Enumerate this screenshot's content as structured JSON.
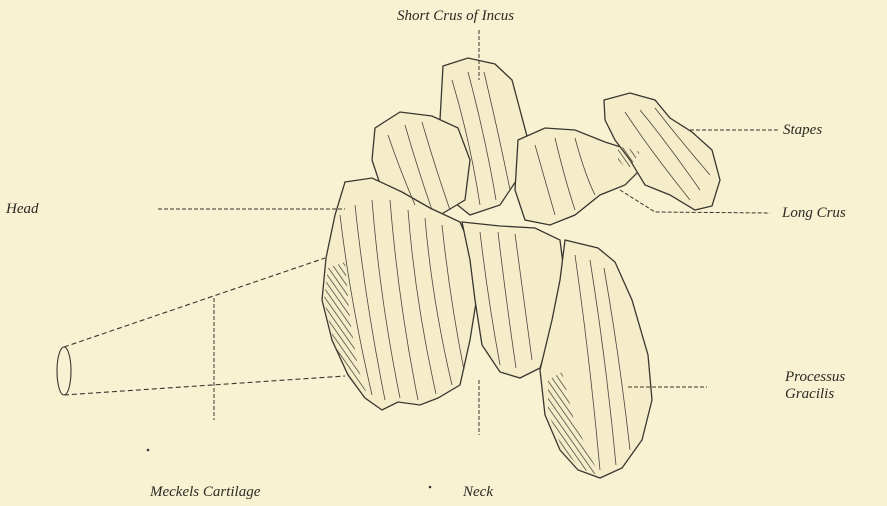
{
  "figure": {
    "labels": {
      "short_crus": "Short Crus of Incus",
      "stapes": "Stapes",
      "head": "Head",
      "long_crus": "Long Crus",
      "processus_line1": "Processus",
      "processus_line2": "Gracilis",
      "meckels": "Meckels Cartilage",
      "neck": "Neck"
    }
  }
}
